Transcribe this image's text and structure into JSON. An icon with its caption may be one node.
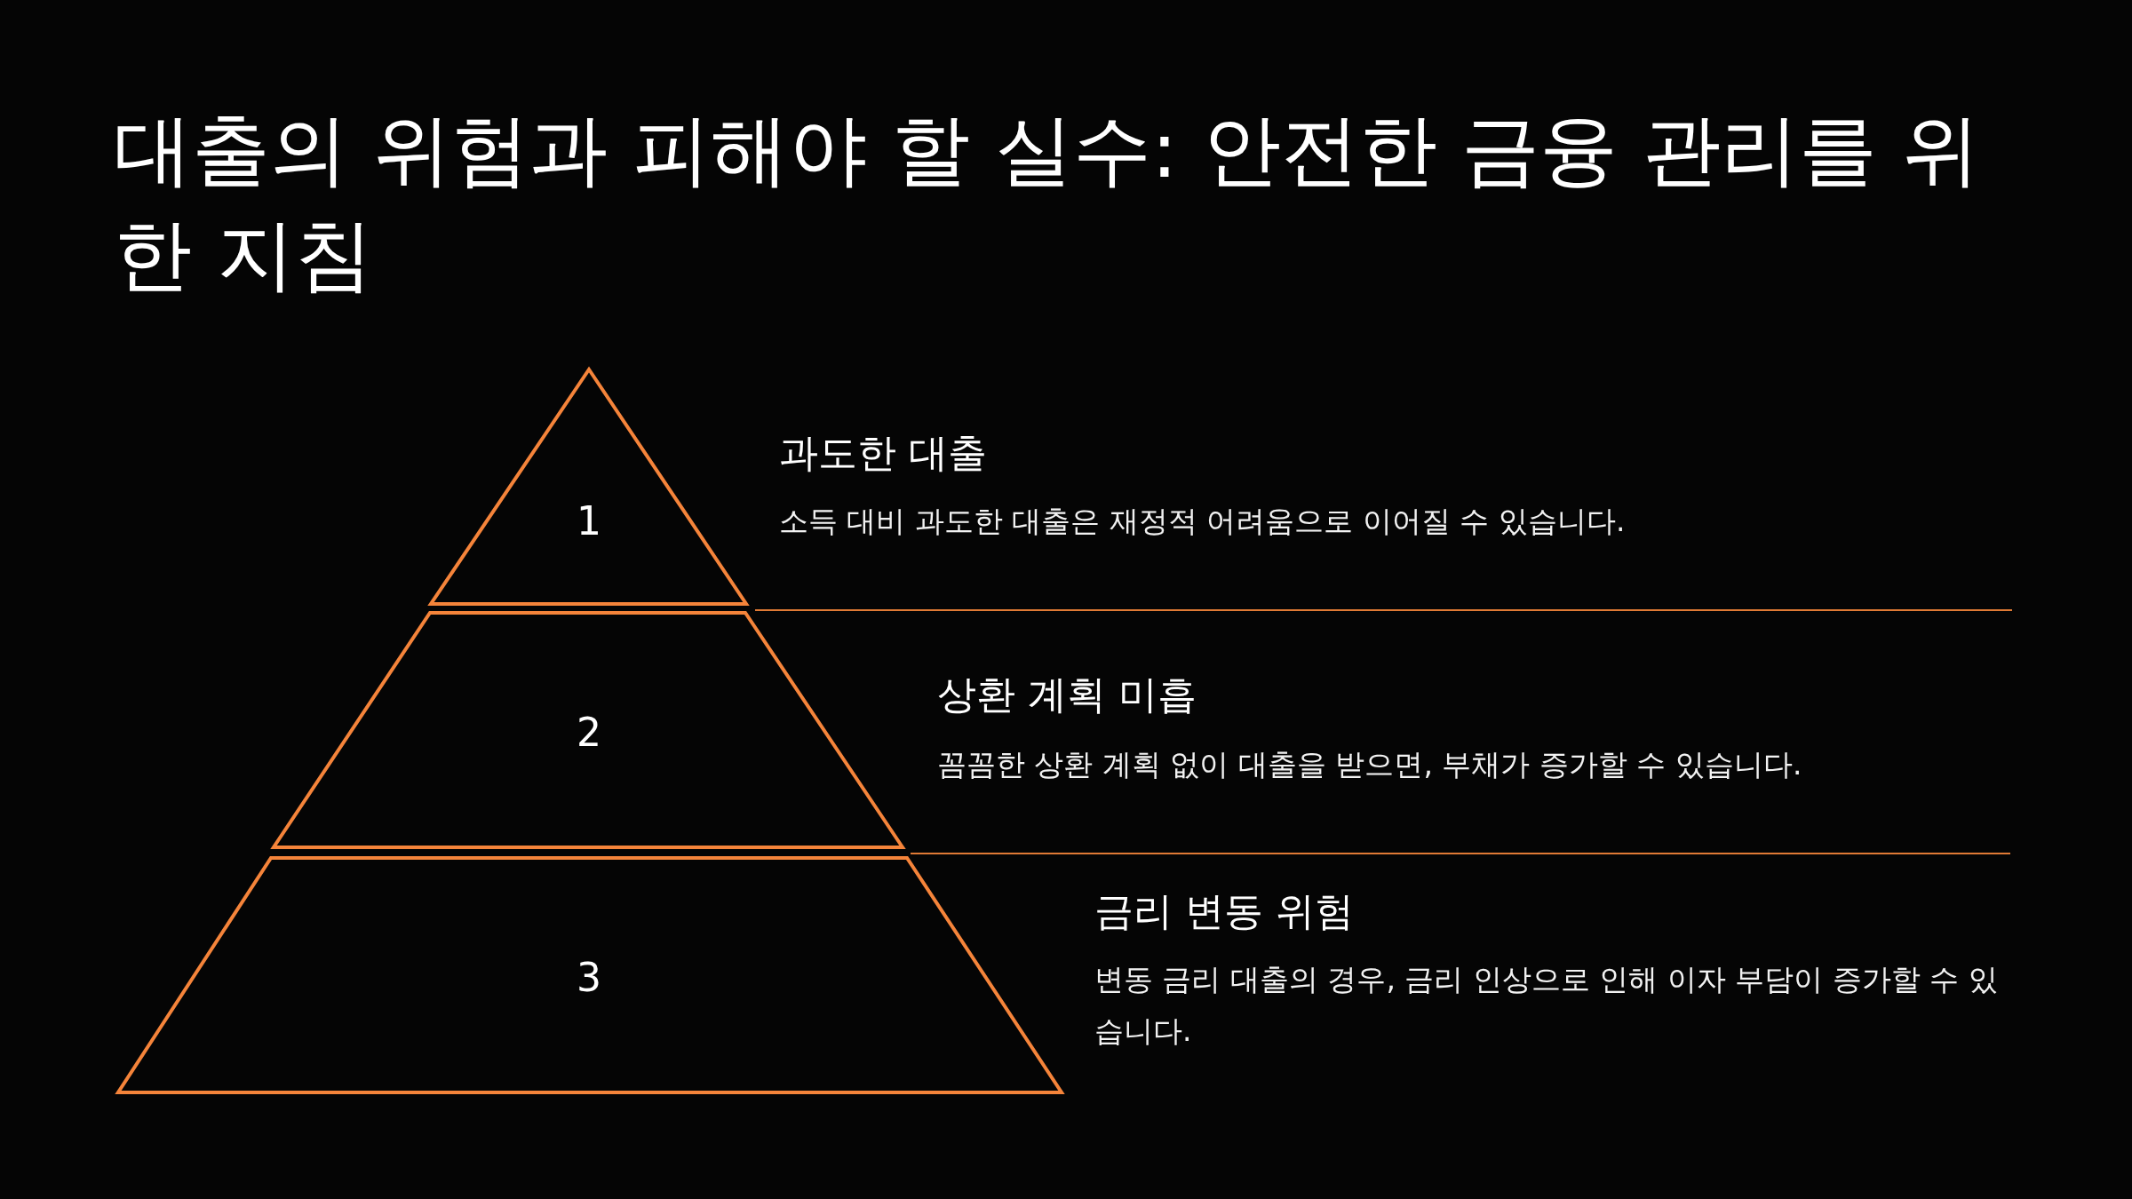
{
  "diagram": {
    "title": "대출의 위험과 피해야 할 실수: 안전한 금융 관리를 위한 지침",
    "nodes": [
      {
        "text": [
          "1"
        ],
        "beside": [
          "과도한 대출",
          "소득 대비 과도한 대출은 재정적 어려움으로 이어질 수 있습니다."
        ]
      },
      {
        "text": [
          "2"
        ],
        "beside": [
          "상환 계획 미흡",
          "꼼꼼한 상환 계획 없이 대출을 받으면, 부채가 증가할 수 있습니다."
        ]
      },
      {
        "text": [
          "3"
        ],
        "beside": [
          "금리 변동 위험",
          "변동 금리 대출의 경우, 금리 인상으로 인해 이자 부담이 증가할 수 있습니다."
        ]
      }
    ]
  }
}
